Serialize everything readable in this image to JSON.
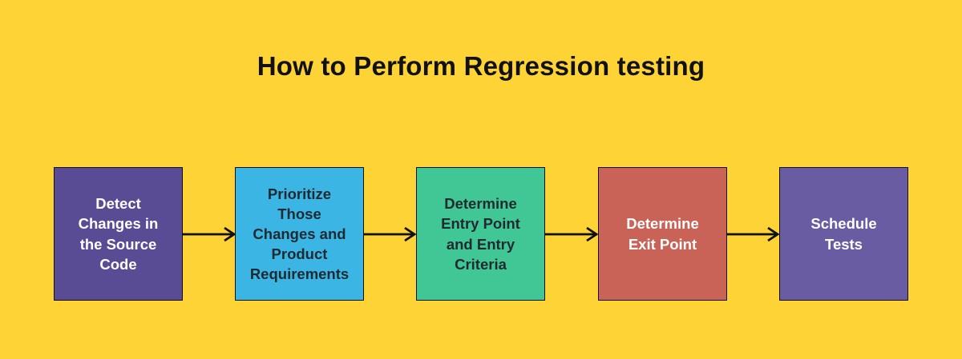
{
  "title": "How to Perform Regression testing",
  "colors": {
    "background": "#FDD335",
    "title_text": "#111111",
    "box_border": "#101010",
    "arrow": "#101010"
  },
  "arrow_icon": "arrow-right",
  "steps": [
    {
      "label": "Detect\nChanges in\nthe Source\nCode",
      "bg": "#594B94",
      "text_color": "#FFFFFF"
    },
    {
      "label": "Prioritize\nThose\nChanges and\nProduct\nRequirements",
      "bg": "#3BB5E4",
      "text_color": "#1F2930"
    },
    {
      "label": "Determine\nEntry Point\nand Entry\nCriteria",
      "bg": "#40C795",
      "text_color": "#1F2930"
    },
    {
      "label": "Determine\nExit Point",
      "bg": "#C96257",
      "text_color": "#FFFFFF"
    },
    {
      "label": "Schedule\nTests",
      "bg": "#6A5CA3",
      "text_color": "#FFFFFF"
    }
  ]
}
